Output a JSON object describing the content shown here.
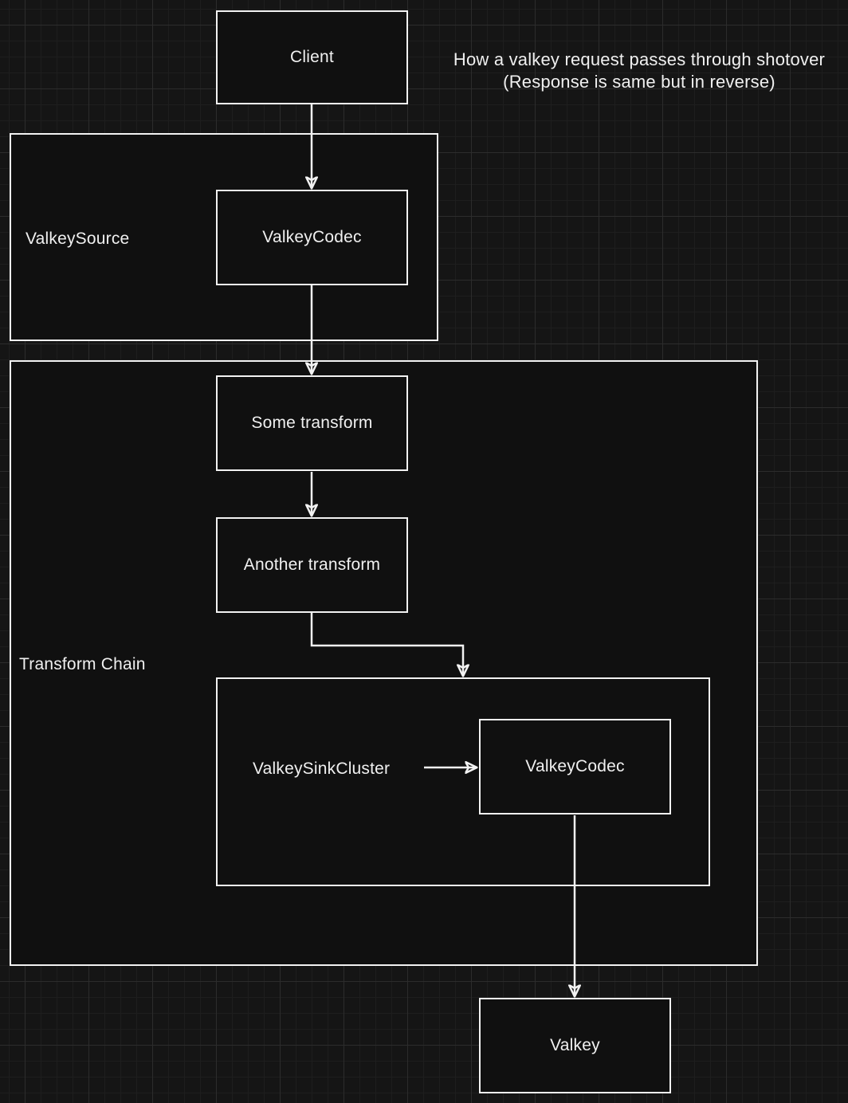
{
  "title": {
    "line1": "How a valkey request passes through shotover",
    "line2": "(Response is same but in reverse)"
  },
  "nodes": {
    "client": {
      "label": "Client"
    },
    "valkey_source": {
      "label": "ValkeySource"
    },
    "valkey_codec_source": {
      "label": "ValkeyCodec"
    },
    "transform_chain": {
      "label": "Transform Chain"
    },
    "some_transform": {
      "label": "Some transform"
    },
    "another_transform": {
      "label": "Another transform"
    },
    "valkey_sink_cluster": {
      "label": "ValkeySinkCluster"
    },
    "valkey_codec_sink": {
      "label": "ValkeyCodec"
    },
    "valkey": {
      "label": "Valkey"
    }
  },
  "edges": [
    {
      "from": "Client",
      "to": "ValkeyCodec (ValkeySource)"
    },
    {
      "from": "ValkeyCodec (ValkeySource)",
      "to": "Some transform"
    },
    {
      "from": "Some transform",
      "to": "Another transform"
    },
    {
      "from": "Another transform",
      "to": "ValkeySinkCluster"
    },
    {
      "from": "ValkeySinkCluster",
      "to": "ValkeyCodec (ValkeySinkCluster)"
    },
    {
      "from": "ValkeyCodec (ValkeySinkCluster)",
      "to": "Valkey"
    }
  ],
  "colors": {
    "canvas_background": "#151515",
    "grid_minor": "#1e1e1e",
    "grid_major": "#2c2c2c",
    "shape_fill": "#101010",
    "stroke": "#f2f2f2",
    "text": "#f0f0f0"
  }
}
